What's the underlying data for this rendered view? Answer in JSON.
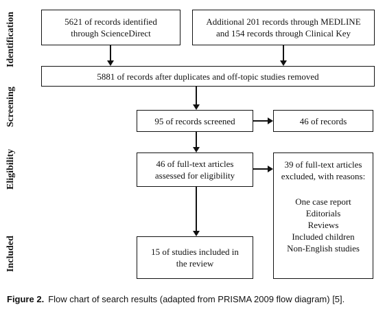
{
  "stages": {
    "identification": "Identification",
    "screening": "Screening",
    "eligibility": "Eligibility",
    "included": "Included"
  },
  "boxes": {
    "sciencedirect": [
      "5621 of records identified",
      "through ScienceDirect"
    ],
    "medline": [
      "Additional 201 records through MEDLINE",
      "and 154 records through Clinical Key"
    ],
    "after_duplicates": [
      "5881 of records after duplicates and off-topic studies removed"
    ],
    "screened": [
      "95 of records screened"
    ],
    "excluded_records": [
      "46 of records"
    ],
    "fulltext_assessed": [
      "46 of full-text articles",
      "assessed for eligibility"
    ],
    "fulltext_excluded": {
      "heading": [
        "39 of full-text articles",
        "excluded, with reasons:"
      ],
      "reasons": [
        "One case report",
        "Editorials",
        "Reviews",
        "Included children",
        "Non-English studies"
      ]
    },
    "included": [
      "15 of studies included in",
      "the review"
    ]
  },
  "caption": {
    "label": "Figure 2.",
    "text": "Flow chart of search results (adapted from PRISMA 2009 flow diagram) [5]."
  }
}
